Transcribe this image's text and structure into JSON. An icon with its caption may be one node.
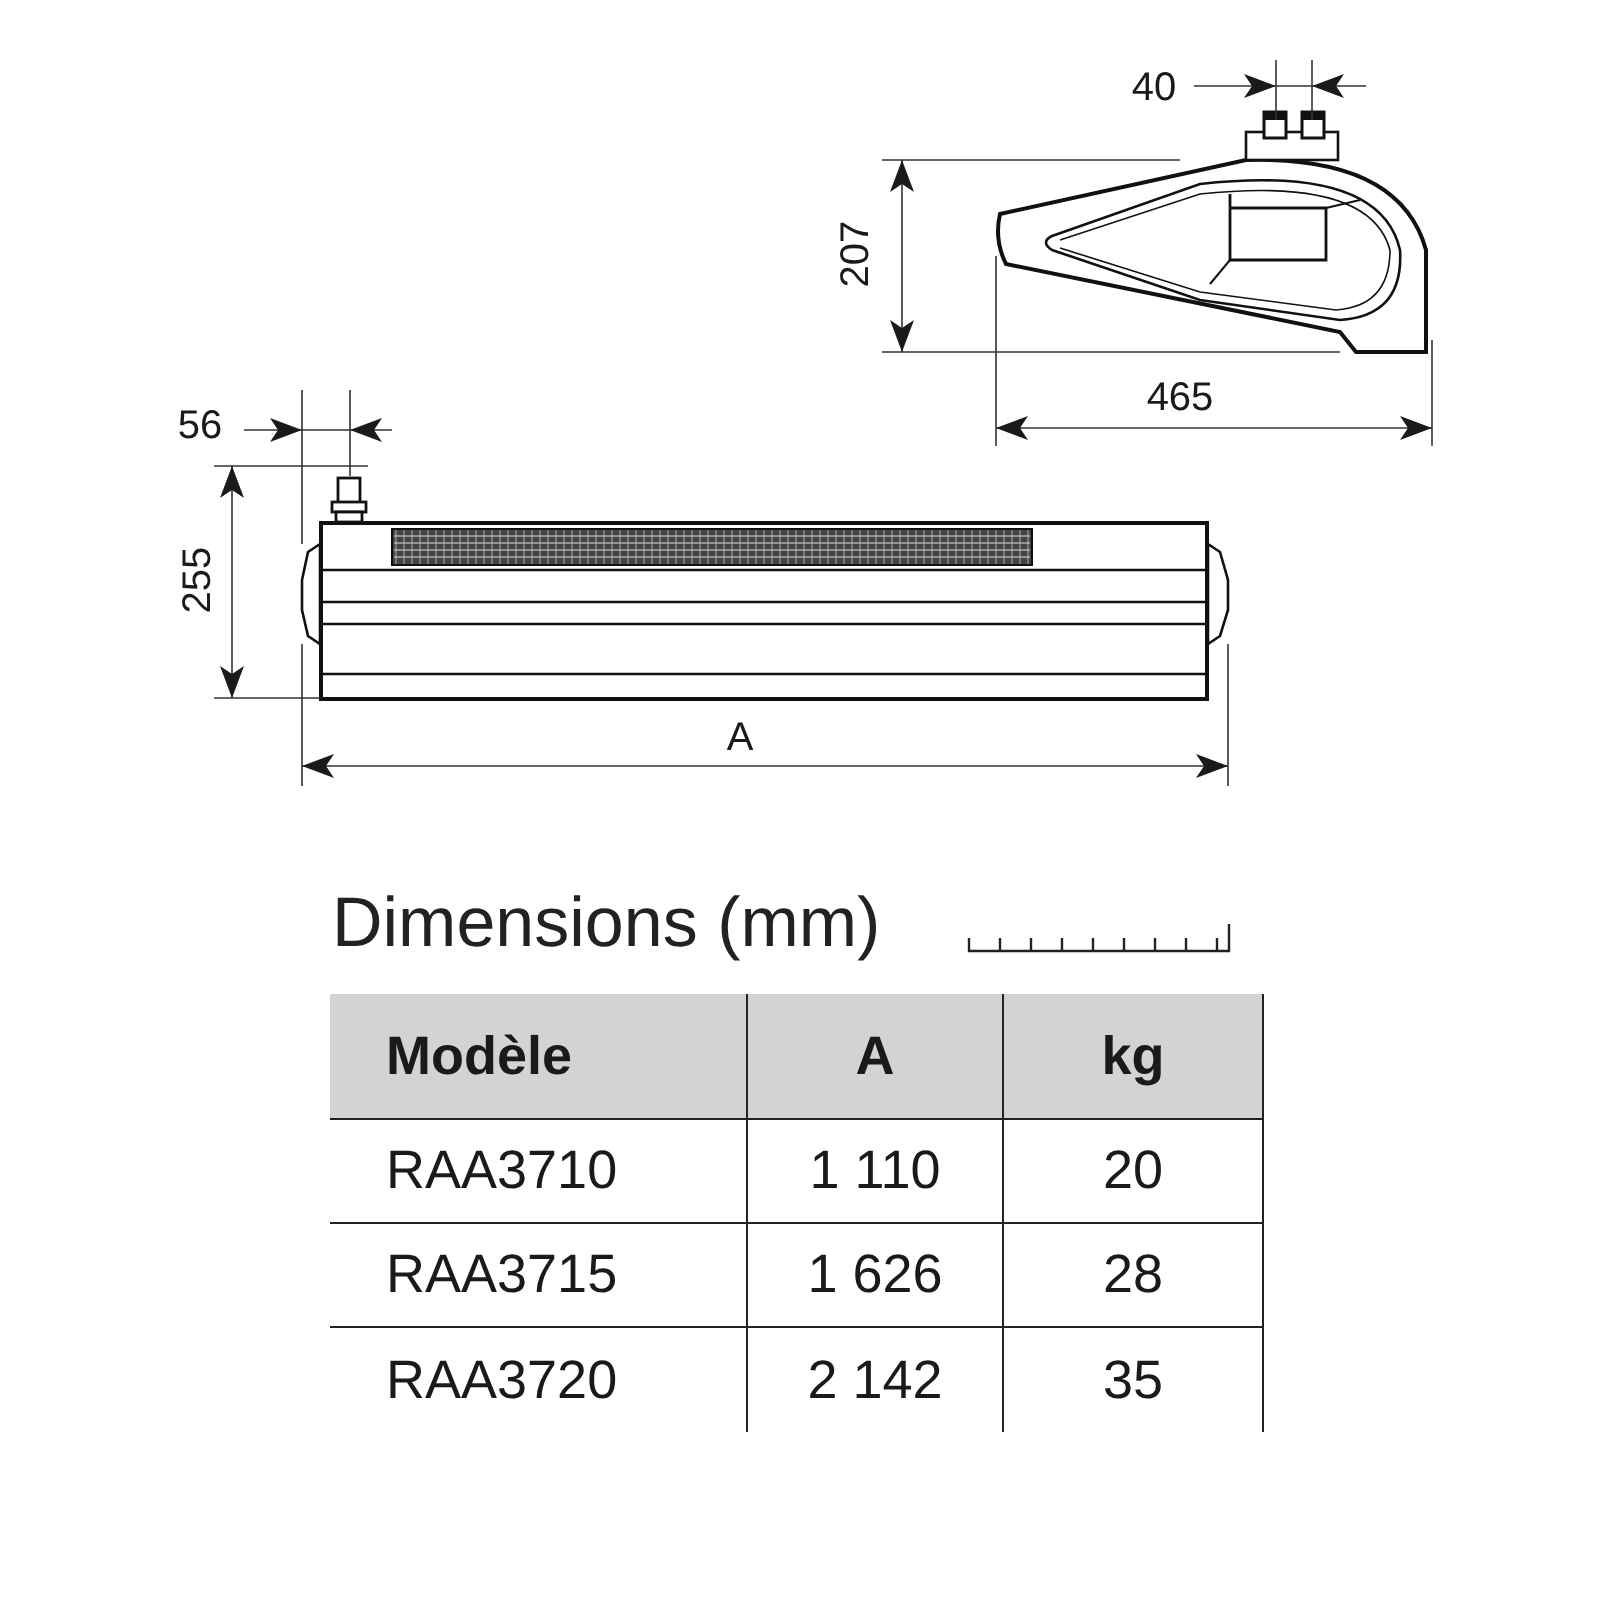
{
  "diagram": {
    "title": "Dimensions (mm)",
    "labels": [
      "40",
      "207",
      "465",
      "56",
      "255",
      "A",
      "Modèle",
      "A",
      "kg",
      "RAA3710",
      "1 110",
      "20",
      "RAA3715",
      "1 626",
      "28",
      "RAA3720",
      "2 142",
      "35"
    ]
  }
}
